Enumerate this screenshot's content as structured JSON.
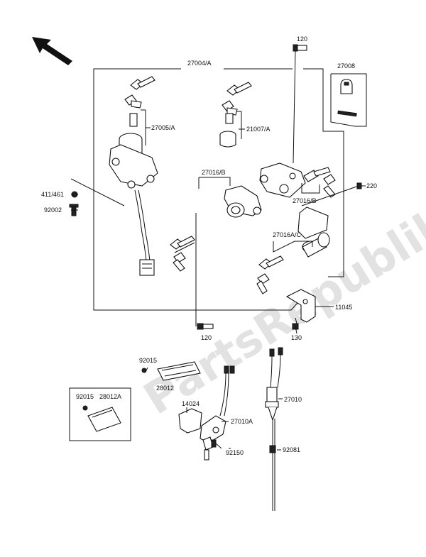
{
  "watermark": "PartsRepublik",
  "labels": {
    "l120_top": "120",
    "l27004": "27004/A",
    "l27008": "27008",
    "l27005": "27005/A",
    "l21007": "21007/A",
    "l27016b_1": "27016/B",
    "l27016b_2": "27016/B",
    "l220": "220",
    "l411": "411/461",
    "l92002": "92002",
    "l27016ac": "27016A/C",
    "l11045": "11045",
    "l120_bot": "120",
    "l130": "130",
    "l92015_a": "92015",
    "l28012": "28012",
    "l92015_b": "92015",
    "l28012a": "28012A",
    "l14024": "14024",
    "l27010a": "27010A",
    "l92150": "92150",
    "l27010": "27010",
    "l92081": "92081"
  }
}
